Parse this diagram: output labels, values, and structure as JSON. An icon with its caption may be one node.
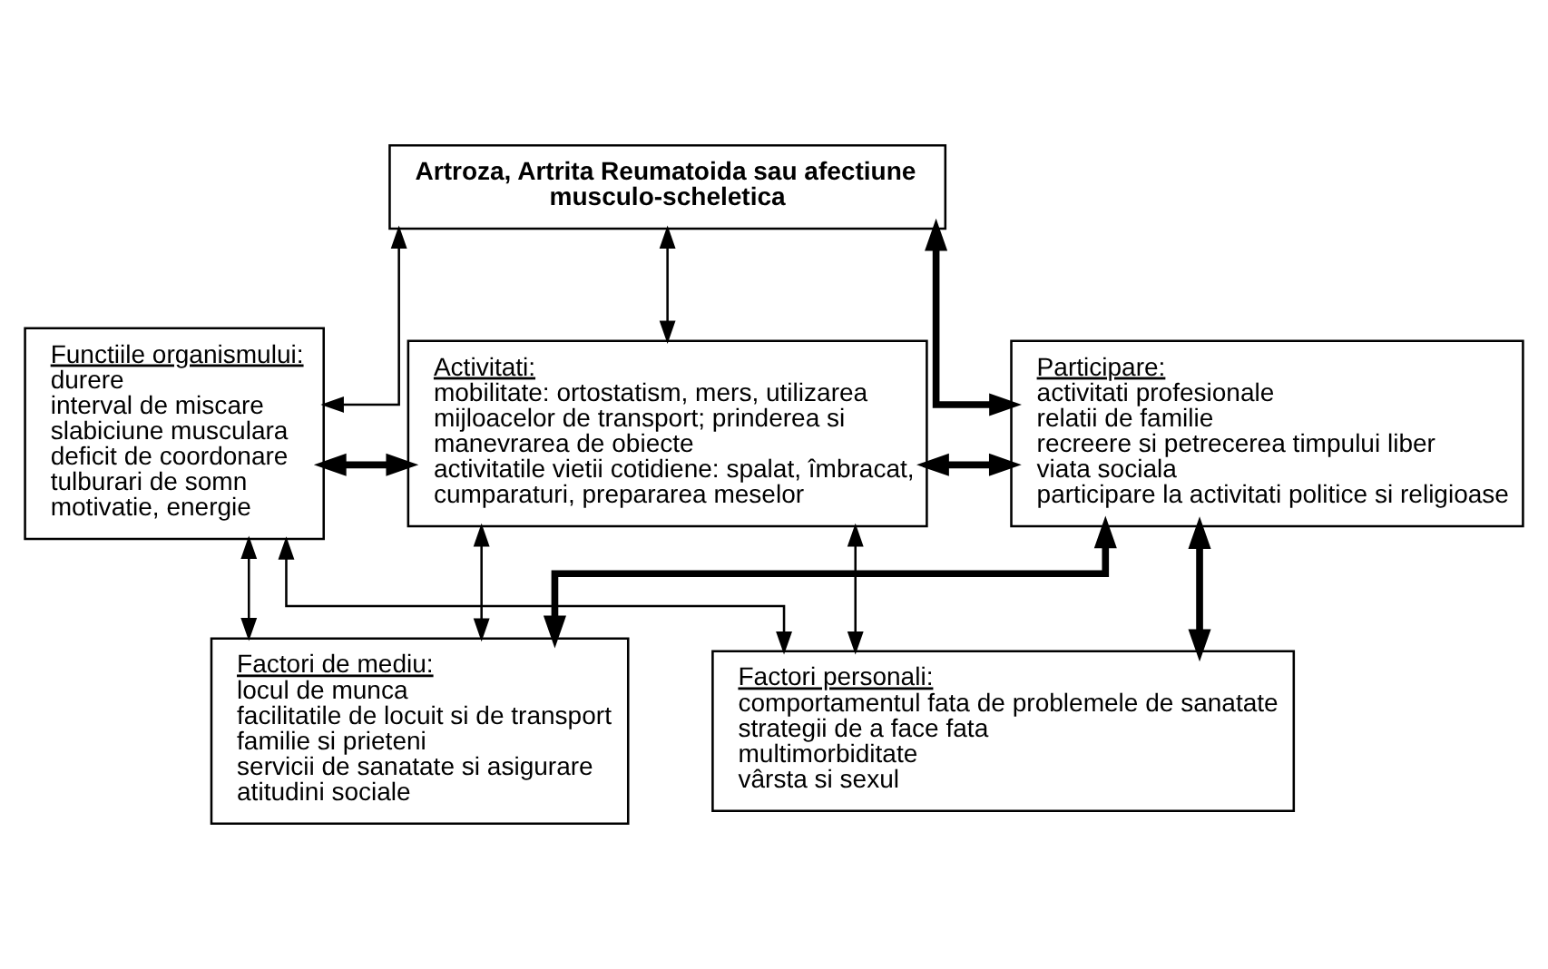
{
  "diagram": {
    "nodes": [
      {
        "text": [
          "Artroza, Artrita Reumatoida sau afectiune musculo-scheletica"
        ]
      },
      {
        "text": [
          "Functiile organismului:",
          "durere",
          "interval de miscare",
          "slabiciune musculara",
          "deficit de coordonare",
          "tulburari de somn",
          "motivatie, energie"
        ]
      },
      {
        "text": [
          "Activitati:",
          "mobilitate: ortostatism, mers, utilizarea mijloacelor de transport; prinderea si manevrarea de obiecte",
          "activitatile vietii cotidiene: spalat, îmbracat, cumparaturi, prepararea meselor"
        ]
      },
      {
        "text": [
          "Participare:",
          "activitati profesionale",
          "relatii de familie",
          "recreere si petrecerea timpului liber",
          "viata sociala",
          "participare la activitati politice si religioase"
        ]
      },
      {
        "text": [
          "Factori de mediu:",
          "locul de munca",
          "facilitatile de locuit si de transport",
          "familie si prieteni",
          "servicii de sanatate si asigurare",
          "atitudini sociale"
        ]
      },
      {
        "text": [
          "Factori personali:",
          "comportamentul fata de problemele de sanatate",
          "strategii de a face fata",
          "multimorbiditate",
          "vârsta si sexul"
        ]
      }
    ],
    "edges": [
      {
        "from": 0,
        "to": 1,
        "arrow": "both"
      },
      {
        "from": 0,
        "to": 2,
        "arrow": "both"
      },
      {
        "from": 0,
        "to": 3,
        "arrow": "both",
        "style": "thick"
      },
      {
        "from": 1,
        "to": 2,
        "arrow": "both",
        "style": "thick"
      },
      {
        "from": 2,
        "to": 3,
        "arrow": "both",
        "style": "thick"
      },
      {
        "from": 1,
        "to": 4,
        "arrow": "both"
      },
      {
        "from": 2,
        "to": 4,
        "arrow": "both"
      },
      {
        "from": 3,
        "to": 4,
        "arrow": "both",
        "style": "thick"
      },
      {
        "from": 1,
        "to": 5,
        "arrow": "both"
      },
      {
        "from": 2,
        "to": 5,
        "arrow": "both"
      },
      {
        "from": 3,
        "to": 5,
        "arrow": "both",
        "style": "thick"
      }
    ]
  }
}
